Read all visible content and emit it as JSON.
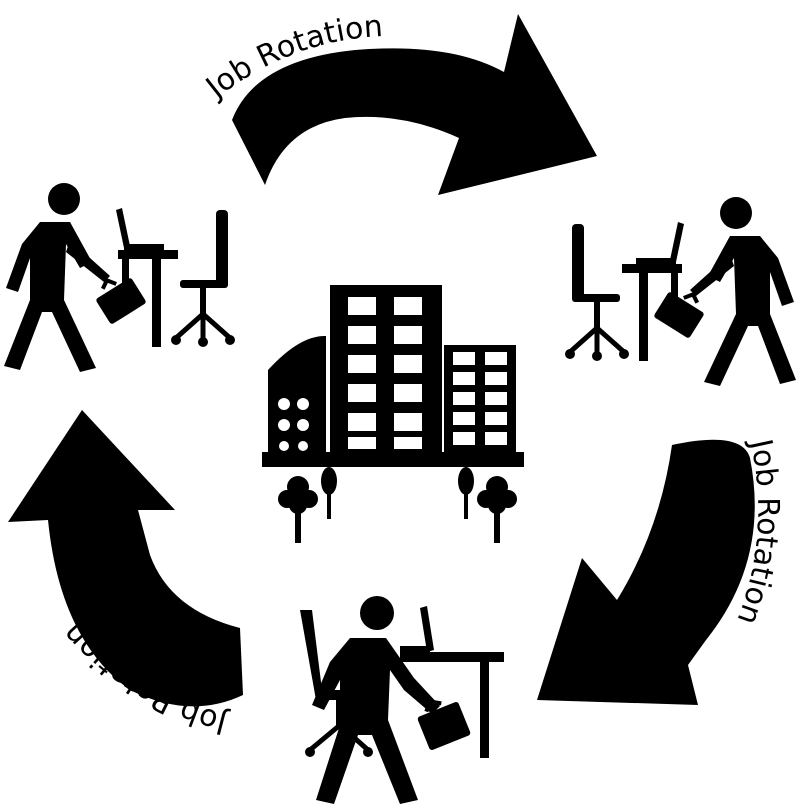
{
  "labels": {
    "top": "Job Rotation",
    "right": "Job Rotation",
    "left": "Job Rotation"
  },
  "colors": {
    "ink": "#000000",
    "background": "#ffffff",
    "building_windows": "#ffffff"
  },
  "icons": [
    "curved-arrow-icon",
    "worker-icon",
    "briefcase-icon",
    "desk-icon",
    "laptop-icon",
    "office-chair-icon",
    "office-building-icon",
    "tree-icon"
  ]
}
